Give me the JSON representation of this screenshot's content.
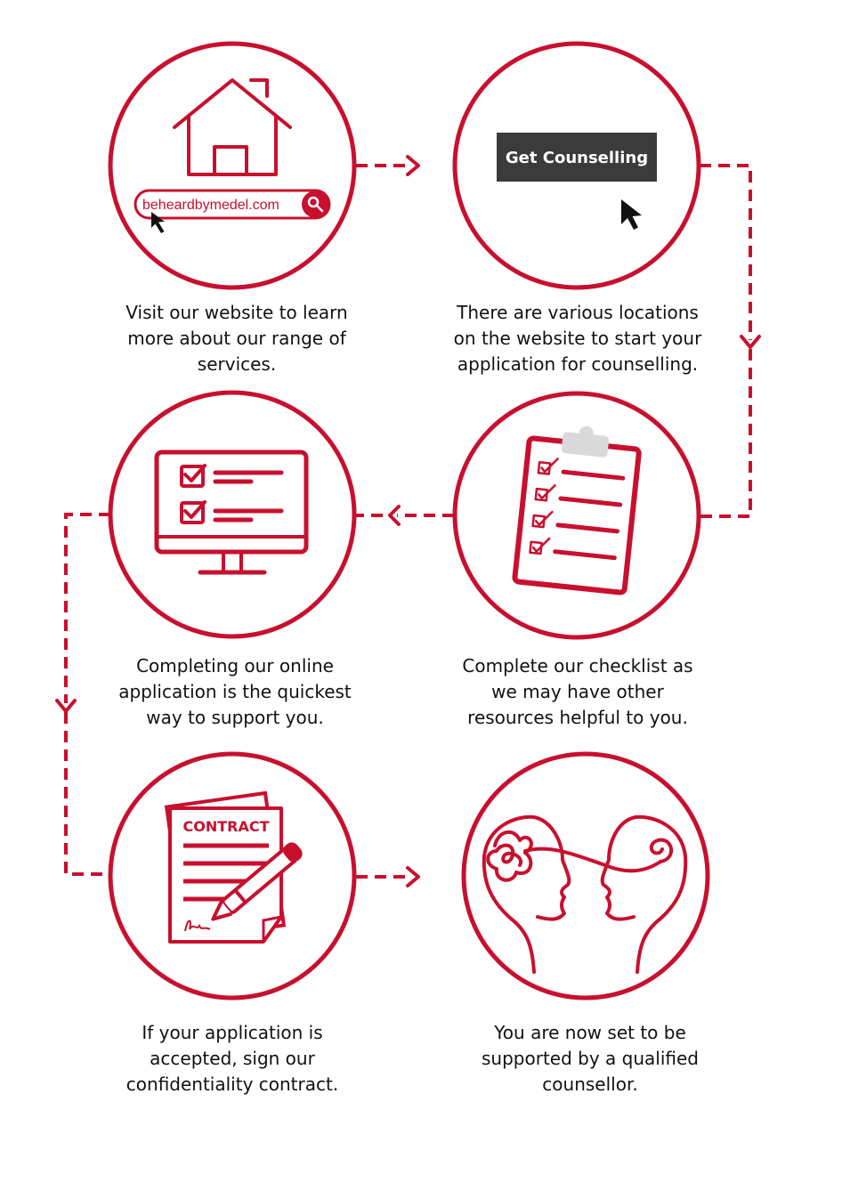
{
  "colors": {
    "accent": "#c8102e",
    "dark_button": "#3b3b3b",
    "text": "#111111"
  },
  "step1": {
    "url_text": "beheardbymedel.com",
    "icons": [
      "house-icon",
      "search-icon",
      "cursor-icon"
    ],
    "caption": [
      "Visit our website to learn",
      "more about our range of",
      "services."
    ]
  },
  "step2": {
    "button_label": "Get Counselling",
    "icons": [
      "cursor-icon"
    ],
    "caption": [
      "There are various locations",
      "on the website to start your",
      "application for counselling."
    ]
  },
  "step3": {
    "icons": [
      "clipboard-checklist-icon"
    ],
    "caption": [
      "Complete our checklist as",
      "we may have other",
      "resources helpful to you."
    ]
  },
  "step4": {
    "icons": [
      "monitor-checklist-icon"
    ],
    "caption": [
      "Completing our online",
      "application is the quickest",
      "way to support you."
    ]
  },
  "step5": {
    "contract_title": "CONTRACT",
    "icons": [
      "contract-document-icon",
      "pen-icon",
      "signature-icon"
    ],
    "caption": [
      "If your application is",
      "accepted, sign our",
      "confidentiality contract."
    ]
  },
  "step6": {
    "icons": [
      "two-heads-thoughts-icon"
    ],
    "caption": [
      "You are now set to be",
      "supported by a qualified",
      "counsellor."
    ]
  }
}
